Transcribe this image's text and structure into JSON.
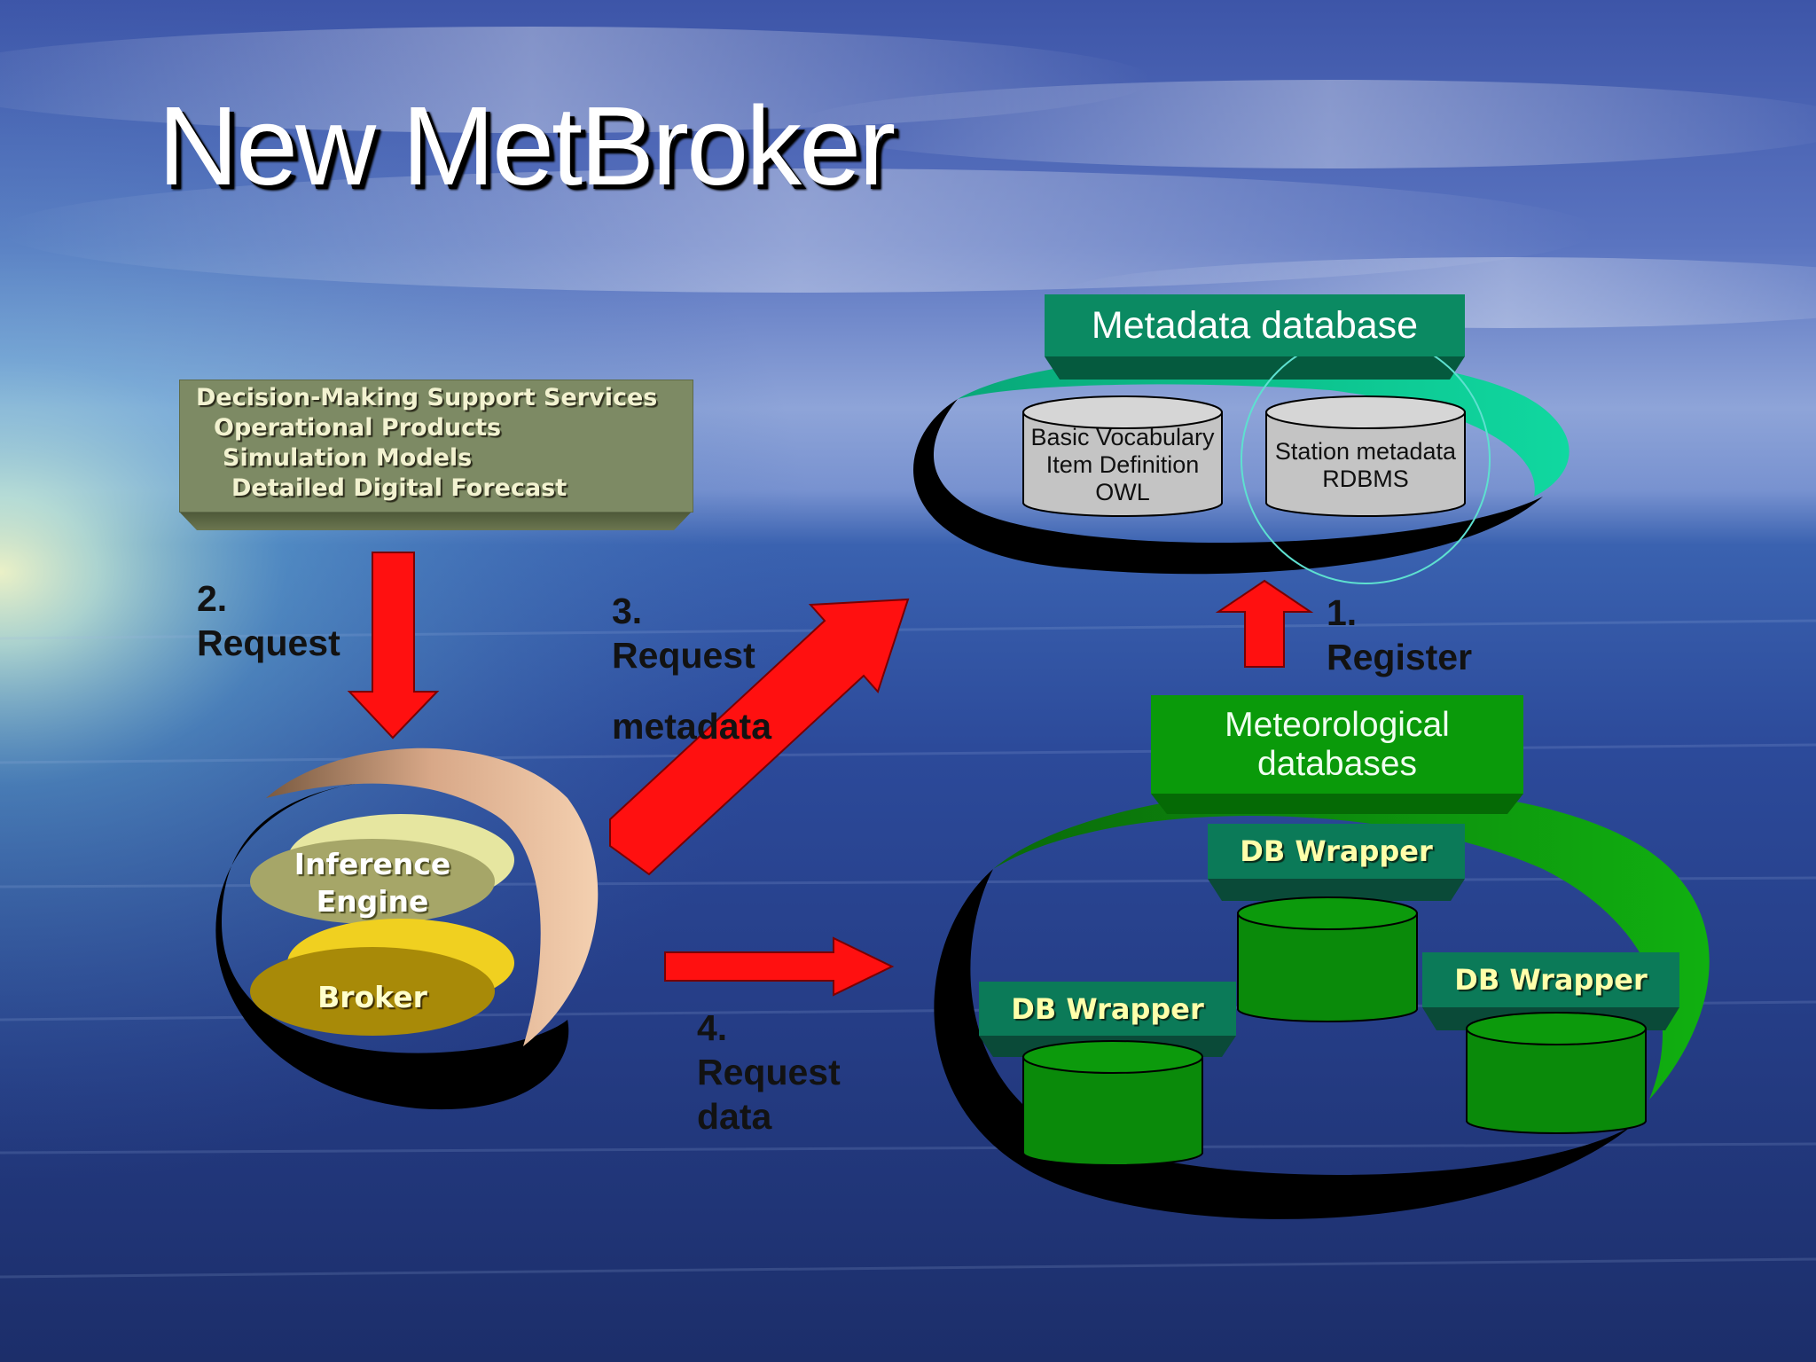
{
  "slide": {
    "title": "New MetBroker"
  },
  "services": {
    "lines": [
      "Decision-Making Support Services",
      "Operational Products",
      "Simulation Models",
      "Detailed Digital Forecast"
    ]
  },
  "steps": {
    "request": {
      "number": "2.",
      "label": "Request"
    },
    "request_metadata": {
      "number": "3.",
      "label1": "Request",
      "label2": "metadata"
    },
    "register": {
      "number": "1.",
      "label": "Register"
    },
    "request_data": {
      "number": "4.",
      "label1": "Request",
      "label2": "data"
    }
  },
  "broker_system": {
    "inference_line1": "Inference",
    "inference_line2": "Engine",
    "broker": "Broker"
  },
  "metadata_database": {
    "title": "Metadata database",
    "vocab_line1": "Basic Vocabulary",
    "vocab_line2": "Item Definition",
    "vocab_line3": "OWL",
    "station_line1": "Station metadata",
    "station_line2": "RDBMS"
  },
  "meteorological": {
    "title_line1": "Meteorological",
    "title_line2": "databases",
    "wrapper_top": "DB Wrapper",
    "wrapper_left": "DB Wrapper",
    "wrapper_right": "DB Wrapper"
  },
  "colors": {
    "arrow": "#ff1010",
    "teal_header": "#0b8a62",
    "green_header": "#0a9a0a",
    "cylinder_green": "#0a8a0a",
    "cylinder_grey": "#c4c4c4",
    "services_box": "#7d8a64"
  }
}
